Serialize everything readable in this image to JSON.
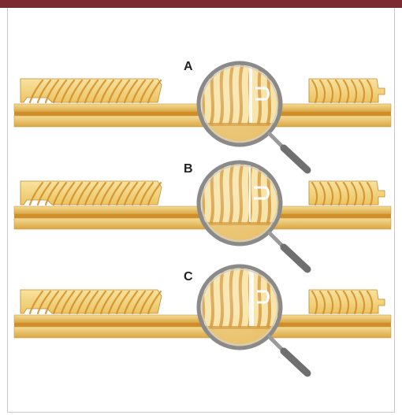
{
  "colors": {
    "header_bar": "#7a2a31",
    "frame_border": "#c9c9c9",
    "wood_light": "#f6dd8e",
    "wood_mid": "#e9bd55",
    "wood_grain": "#d08d2a",
    "wood_dark": "#b8741f",
    "magnifier_ring": "#8a8a8a"
  },
  "panels": [
    {
      "label": "A",
      "gap": "open"
    },
    {
      "label": "B",
      "gap": "closed"
    },
    {
      "label": "C",
      "gap": "wide"
    }
  ]
}
